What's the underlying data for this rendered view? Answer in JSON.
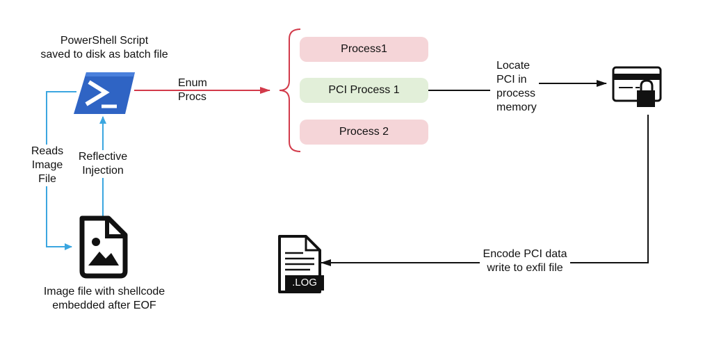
{
  "nodes": {
    "powershell": {
      "caption_line1": "PowerShell Script",
      "caption_line2": "saved to disk as batch file",
      "icon": "powershell-icon",
      "color": "#2f64c4"
    },
    "image_file": {
      "caption_line1": "Image file with shellcode",
      "caption_line2": "embedded after EOF",
      "icon": "image-file-icon"
    },
    "processes": [
      {
        "label": "Process1",
        "color": "#f5d5d8"
      },
      {
        "label": "PCI Process 1",
        "color": "#e2efd9"
      },
      {
        "label": "Process 2",
        "color": "#f5d5d8"
      }
    ],
    "card": {
      "icon": "credit-card-lock-icon"
    },
    "log": {
      "icon": "log-file-icon",
      "badge": ".LOG"
    }
  },
  "edges": {
    "reads": {
      "line1": "Reads",
      "line2": "Image",
      "line3": "File",
      "color": "#3ba6e0"
    },
    "reflective": {
      "line1": "Reflective",
      "line2": "Injection",
      "color": "#3ba6e0"
    },
    "enum": {
      "line1": "Enum",
      "line2": "Procs",
      "color": "#d23a4a"
    },
    "locate": {
      "line1": "Locate",
      "line2": "PCI in",
      "line3": "process",
      "line4": "memory",
      "color": "#111111"
    },
    "encode": {
      "line1": "Encode PCI data",
      "line2": "write to exfil file",
      "color": "#111111"
    }
  }
}
